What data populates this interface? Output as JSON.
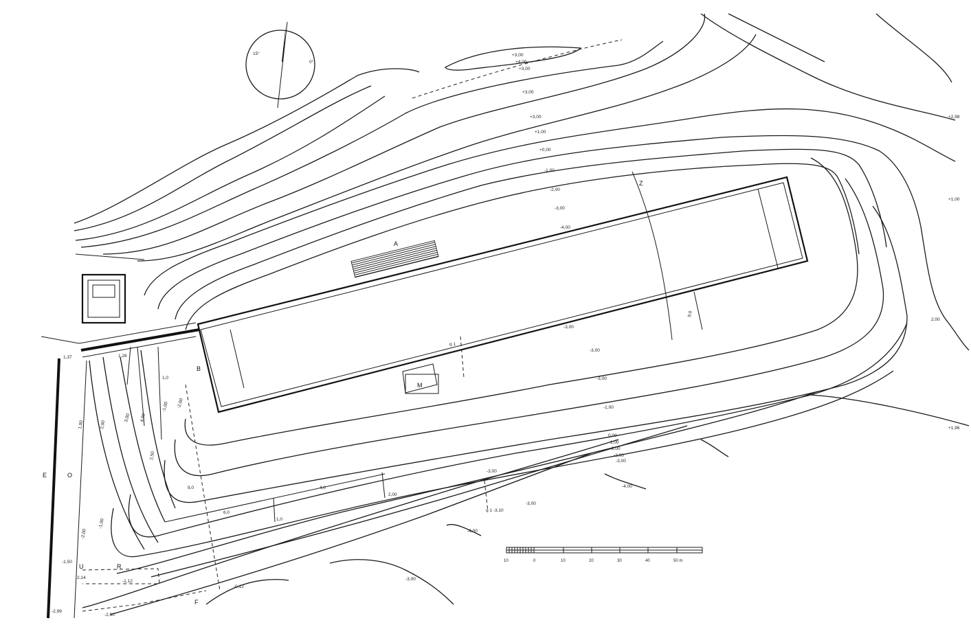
{
  "colors": {
    "ink": "#111111",
    "paper": "#ffffff"
  },
  "compass": {
    "left_angle": "15°",
    "right_angle": "0°"
  },
  "labels": {
    "A": "A",
    "B": "B",
    "E": "E",
    "O": "O",
    "U": "U",
    "R": "R",
    "F": "F",
    "M": "M",
    "Z": "Z"
  },
  "elevations": {
    "top_ridge_1": "+3,00",
    "top_ridge_2": "+4,00",
    "top_ridge_3": "+3,00",
    "top_ridge_4": "+3,00",
    "n_3": "+3,00",
    "n_2": "+1,00",
    "n_1": "+0,00",
    "n_m1": "-1,00",
    "n_m2": "-2,00",
    "n_m3": "-3,00",
    "n_m4": "-4,00",
    "right_top": "+2,98",
    "right_mid": "+1,00",
    "right_low": "2,00",
    "right_bottom": "+1,96",
    "inner_1": "-3,00",
    "inner_2": "-3,00",
    "inner_3": "-3,00",
    "south_1": "-1,00",
    "s_a": "0,00",
    "s_b": "1,00",
    "s_c": "2,00",
    "s_d": "-2,00",
    "s_e": "-3,00",
    "far_1": "-4,00",
    "far_2": "-4,00",
    "far_3": "-3,00",
    "far_4": "-3,00",
    "west_1": "1,00",
    "west_2": "2,00",
    "west_3": "3,00",
    "west_4": "4,00",
    "west_5": "2,50",
    "west_6": "-1,00",
    "west_7": "-2,00",
    "west_8": "-1,00",
    "west_9": "-2,00",
    "gate_1": "1,37",
    "gate_2": "1,28",
    "corner_1": "-1,50",
    "corner_2": "2,14",
    "corner_3": "-2,99",
    "corner_4": "-1,12",
    "corner_5": "-0,12",
    "corner_6": "-2,90",
    "q_1": "1,0",
    "q_2": "1,0",
    "q_3": "4,0",
    "q_4": "6,0",
    "q_5": "-3,00",
    "q_6": "3,00",
    "q_7": "-3,10",
    "q_8": "2,00",
    "q_9": "9,0",
    "section": "q 1",
    "section_2": "q 1 -3,10",
    "far_5": "-3,00",
    "z_dim": "9,0",
    "dim_1": "1,0"
  },
  "scale_bar": {
    "ticks": [
      "10",
      "0",
      "10",
      "20",
      "30",
      "40",
      "50 m"
    ]
  }
}
